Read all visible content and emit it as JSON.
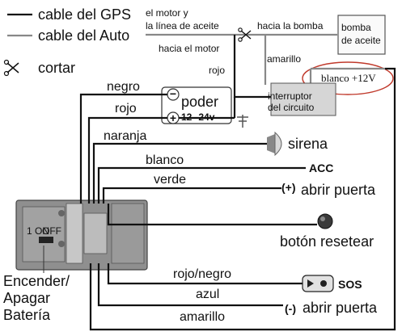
{
  "legend": {
    "gps_cable": "cable del GPS",
    "auto_cable": "cable del Auto",
    "cut": "cortar"
  },
  "engine": {
    "motor_oil_line1": "el motor y",
    "motor_oil_line2": "la línea de aceite",
    "to_pump": "hacia la bomba",
    "to_motor": "hacia el motor",
    "red": "rojo",
    "yellow": "amarillo",
    "pump_line1": "bomba",
    "pump_line2": "de aceite",
    "white_12v": "blanco +12V",
    "breaker_line1": "interruptor",
    "breaker_line2": "del circuito"
  },
  "power": {
    "black": "negro",
    "red": "rojo",
    "label": "poder",
    "voltage": "12--24v",
    "minus": "−",
    "plus": "+"
  },
  "wires": {
    "orange": "naranja",
    "siren": "sirena",
    "white": "blanco",
    "acc": "ACC",
    "green": "verde",
    "door_plus_sign": "(+)",
    "open_door_plus": "abrir puerta",
    "reset_button": "botón resetear",
    "red_black": "rojo/negro",
    "sos": "SOS",
    "blue": "azul",
    "door_minus_sign": "(-)",
    "open_door_minus": "abrir puerta",
    "yellow": "amarillo"
  },
  "unit": {
    "switch_on": "1 ON",
    "switch_off": "OFF",
    "battery_line1": "Encender/",
    "battery_line2": "Apagar",
    "battery_line3": "Batería"
  },
  "colors": {
    "gps_wire": "#111111",
    "auto_wire": "#888888",
    "highlight_ellipse": "#c0392b",
    "device_gray": "#9a9a9a"
  }
}
